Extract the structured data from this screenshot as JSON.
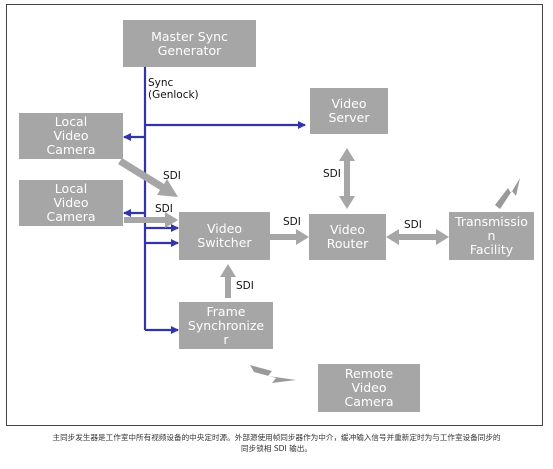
{
  "diagram": {
    "nodes": {
      "master_sync": "Master Sync\nGenerator",
      "local_camera_1": "Local\nVideo\nCamera",
      "local_camera_2": "Local\nVideo\nCamera",
      "video_server": "Video\nServer",
      "video_switcher": "Video\nSwitcher",
      "video_router": "Video\nRouter",
      "transmission": "Transmissio\nn\nFacility",
      "frame_sync": "Frame\nSynchronize\nr",
      "remote_camera": "Remote\nVideo\nCamera"
    },
    "edge_labels": {
      "sync": "Sync\n(Genlock)",
      "sdi_cam1": "SDI",
      "sdi_cam2": "SDI",
      "sdi_switcher_router": "SDI",
      "sdi_server_router": "SDI",
      "sdi_router_transmission": "SDI",
      "sdi_framesync": "SDI"
    },
    "colors": {
      "box": "#a6a6a6",
      "sync_line": "#3333aa",
      "sdi_arrow": "#a6a6a6",
      "wireless": "#999999"
    }
  },
  "caption": "主同步发生器是工作室中所有视频设备的中央定时源。外部源使用帧同步器作为中介，缓冲输入信号并重新定时为与工作室设备同步的\n同步锁相 SDI 输出。"
}
